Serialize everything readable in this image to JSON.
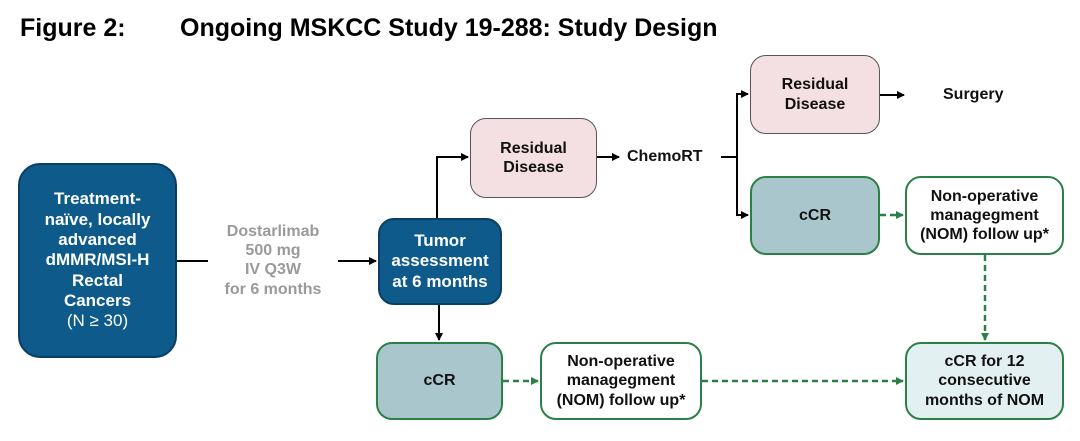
{
  "figure": {
    "number": "Figure 2:",
    "title": "Ongoing MSKCC Study 19-288: Study Design"
  },
  "nodes": {
    "population": "Treatment-\nnaïve, locally\nadvanced\ndMMR/MSI-H\nRectal\nCancers",
    "population_n": "(N ≥ 30)",
    "treatment": "Dostarlimab\n500 mg\nIV Q3W\nfor 6 months",
    "assessment": "Tumor\nassessment\nat 6 months",
    "residual_1": "Residual\nDisease",
    "chemort": "ChemoRT",
    "residual_2": "Residual\nDisease",
    "surgery": "Surgery",
    "ccr_top": "cCR",
    "nom_top": "Non-operative\nmanagegment\n(NOM) follow up*",
    "ccr_bottom": "cCR",
    "nom_bottom": "Non-operative\nmanagegment\n(NOM) follow up*",
    "ccr_12": "cCR for 12\nconsecutive\nmonths of NOM"
  },
  "colors": {
    "primary_blue": "#0e5a8a",
    "residual_pink": "#f4dfe2",
    "ccr_teal": "#a9c6cd",
    "nom_green_border": "#2b8047",
    "ccr12_fill": "#e2f0f2",
    "treatment_text_gray": "#9a9a9a"
  }
}
